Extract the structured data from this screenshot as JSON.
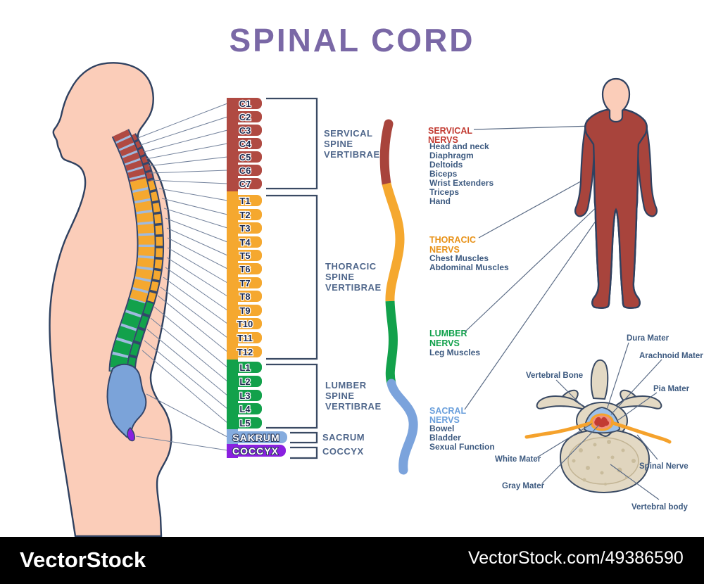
{
  "title": "SPINAL CORD",
  "colors": {
    "title": "#7A68A6",
    "cervical": "#B04A42",
    "thoracic": "#F5A82F",
    "lumbar": "#12A14B",
    "sacrum": "#85ACDE",
    "coccyx": "#8A20E0",
    "outline_navy": "#2F4160",
    "section_label_blue": "#51688C",
    "item_blue": "#3D5A80",
    "skin": "#FBCDB9",
    "bone": "#E3D9C4",
    "cord_gray_matter_red": "#C23B32",
    "nerve_orange": "#F5A22C",
    "dura_blue": "#9DC0E8",
    "watermark_bg": "#000000"
  },
  "vertebrae": {
    "cervical": {
      "labels": [
        "C1",
        "C2",
        "C3",
        "C4",
        "C5",
        "C6",
        "C7"
      ],
      "color": "#B04A42"
    },
    "thoracic": {
      "labels": [
        "T1",
        "T2",
        "T3",
        "T4",
        "T5",
        "T6",
        "T7",
        "T8",
        "T9",
        "T10",
        "T11",
        "T12"
      ],
      "color": "#F5A82F"
    },
    "lumbar": {
      "labels": [
        "L1",
        "L2",
        "L3",
        "L4",
        "L5"
      ],
      "color": "#12A14B"
    },
    "sacrum": {
      "label": "SAKRUM",
      "color": "#85ACDE"
    },
    "coccyx": {
      "label": "COCCYX",
      "color": "#8A20E0"
    }
  },
  "sections": {
    "cervical": {
      "lines": [
        "SERVICAL",
        "SPINE",
        "VERTIBRAE"
      ]
    },
    "thoracic": {
      "lines": [
        "THORACIC",
        "SPINE",
        "VERTIBRAE"
      ]
    },
    "lumbar": {
      "lines": [
        "LUMBER",
        "SPINE",
        "VERTIBRAE"
      ]
    },
    "sacrum": "SACRUM",
    "coccyx": "COCCYX"
  },
  "nerves": [
    {
      "heading": [
        "SERVICAL",
        "NERVS"
      ],
      "color": "#C23B32",
      "items": [
        "Head and neck",
        "Diaphragm",
        "Deltoids",
        "Biceps",
        "Wrist Extenders",
        "Triceps",
        "Hand"
      ]
    },
    {
      "heading": [
        "THORACIC",
        "NERVS"
      ],
      "color": "#E8931B",
      "items": [
        "Chest Muscles",
        "Abdominal Muscles"
      ]
    },
    {
      "heading": [
        "LUMBER",
        "NERVS"
      ],
      "color": "#0FA04A",
      "items": [
        "Leg Muscles"
      ]
    },
    {
      "heading": [
        "SACRAL",
        "NERVS"
      ],
      "color": "#6BA0DC",
      "items": [
        "Bowel",
        "Bladder",
        "Sexual Function"
      ]
    }
  ],
  "cross_section": {
    "dura": "Dura Mater",
    "arachnoid": "Arachnoid Mater",
    "pia": "Pia Mater",
    "vertebral_bone": "Vertebral Bone",
    "white": "White Mater",
    "gray": "Gray Mater",
    "spinal_nerve": "Spinal Nerve",
    "vertebral_body": "Vertebral body"
  },
  "watermark": {
    "left": "VectorStock",
    "right": "VectorStock.com/49386590"
  }
}
